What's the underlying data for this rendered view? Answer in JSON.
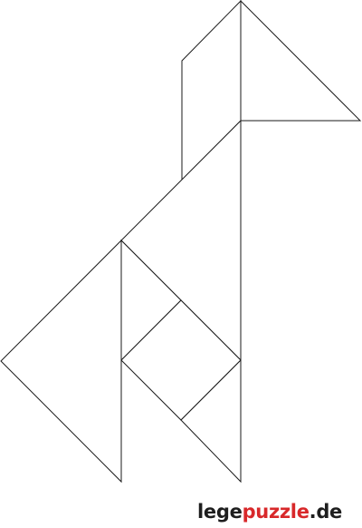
{
  "brand": {
    "part1": "lege",
    "part2": "puzzle",
    "part3": ".de",
    "colors": {
      "dark": "#1e1e1e",
      "accent": "#d8282a"
    }
  },
  "figure": {
    "pieces": [
      "large-triangle-left",
      "large-triangle-body",
      "medium-triangle-head",
      "small-triangle-leg",
      "small-triangle-upper",
      "square",
      "parallelogram-neck"
    ],
    "stroke": "#1a1a1a",
    "fill": "#ffffff"
  }
}
